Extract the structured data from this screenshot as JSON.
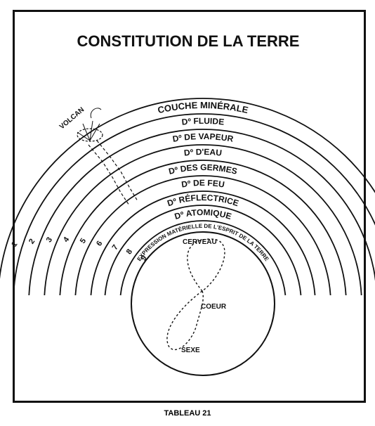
{
  "title": "CONSTITUTION DE LA TERRE",
  "caption": "TABLEAU 21",
  "layers": [
    {
      "number": "1",
      "label": "COUCHE MINÉRALE"
    },
    {
      "number": "2",
      "label": "Dº  FLUIDE"
    },
    {
      "number": "3",
      "label": "Dº  DE VAPEUR"
    },
    {
      "number": "4",
      "label": "Dº  D'EAU"
    },
    {
      "number": "5",
      "label": "Dº  DES GERMES"
    },
    {
      "number": "6",
      "label": "Dº  DE FEU"
    },
    {
      "number": "7",
      "label": "Dº  RÉFLECTRICE"
    },
    {
      "number": "8",
      "label": "Dº  ATOMIQUE"
    },
    {
      "number": "9",
      "label": "EXPRESSION MATÉRIELLE DE L'ESPRIT DE LA TERRE"
    }
  ],
  "volcano_label": "VOLCAN",
  "core_labels": {
    "top": "CERVEAU",
    "middle": "COEUR",
    "bottom": "SEXE"
  }
}
